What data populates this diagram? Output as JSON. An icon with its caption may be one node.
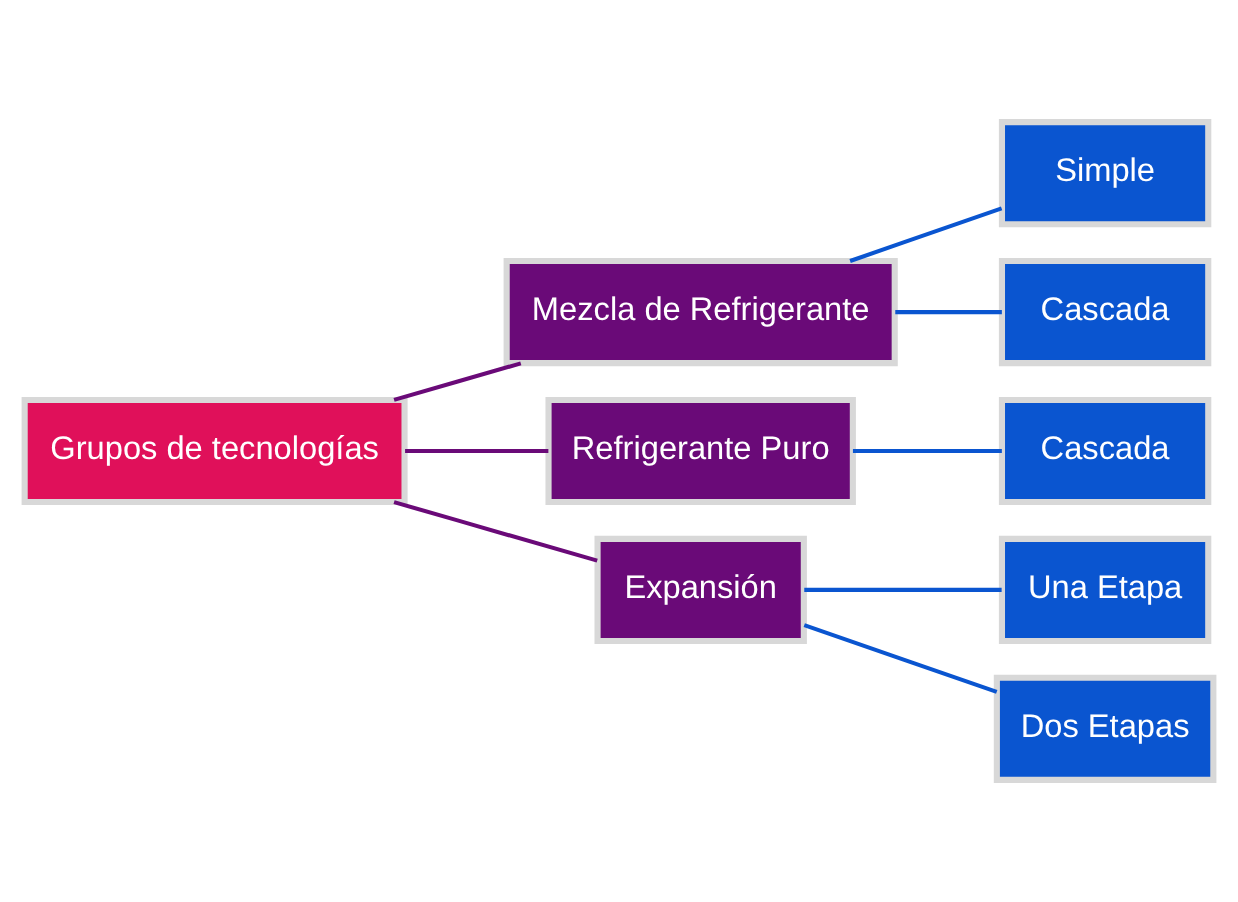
{
  "diagram": {
    "nodes": [
      {
        "text": [
          "Grupos de tecnologías"
        ]
      },
      {
        "text": [
          "Mezcla de Refrigerante"
        ]
      },
      {
        "text": [
          "Refrigerante Puro"
        ]
      },
      {
        "text": [
          "Expansión"
        ]
      },
      {
        "text": [
          "Simple"
        ]
      },
      {
        "text": [
          "Cascada"
        ]
      },
      {
        "text": [
          "Cascada"
        ]
      },
      {
        "text": [
          "Una Etapa"
        ]
      },
      {
        "text": [
          "Dos Etapas"
        ]
      }
    ],
    "edges": [
      {
        "from": 0,
        "to": 1,
        "arrow": "none",
        "color": "#6a0a78"
      },
      {
        "from": 0,
        "to": 2,
        "arrow": "none",
        "color": "#6a0a78"
      },
      {
        "from": 0,
        "to": 3,
        "arrow": "none",
        "color": "#6a0a78"
      },
      {
        "from": 1,
        "to": 4,
        "arrow": "none"
      },
      {
        "from": 1,
        "to": 5,
        "arrow": "none"
      },
      {
        "from": 2,
        "to": 6,
        "arrow": "none"
      },
      {
        "from": 3,
        "to": 7,
        "arrow": "none"
      },
      {
        "from": 3,
        "to": 8,
        "arrow": "none"
      }
    ]
  }
}
